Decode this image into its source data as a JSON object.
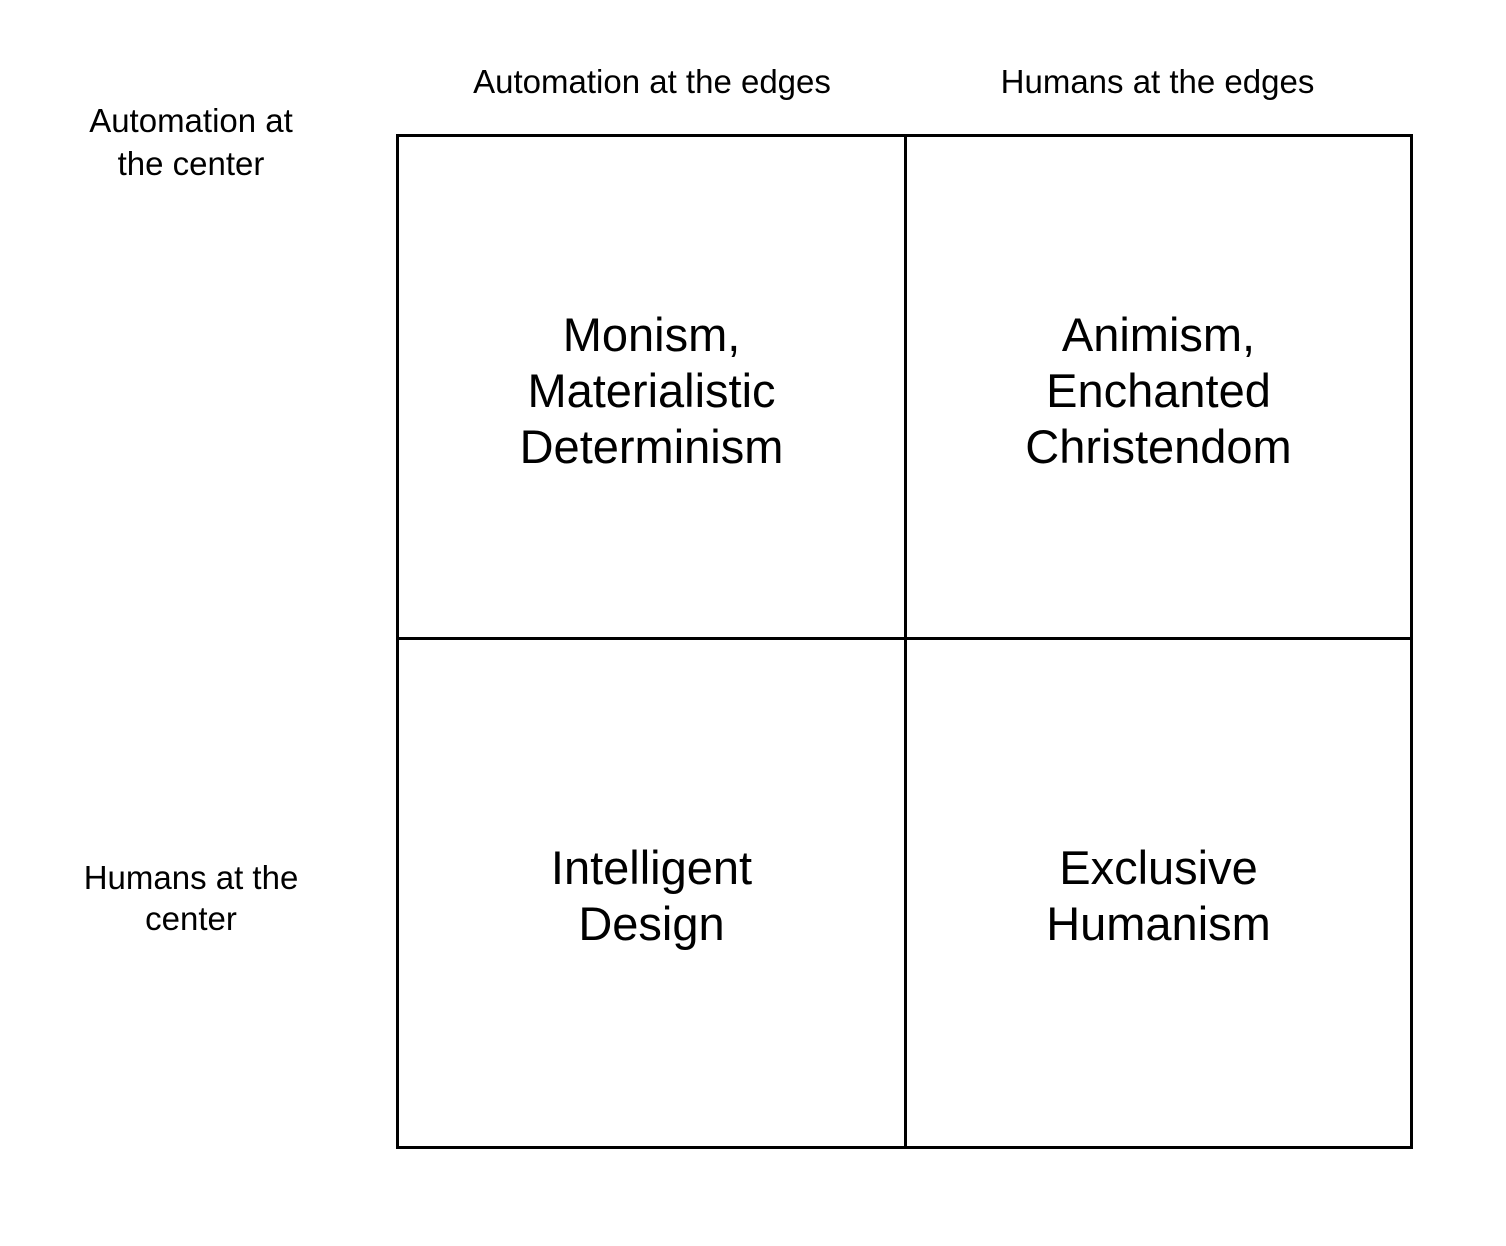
{
  "columns": [
    {
      "label": "Automation at the edges"
    },
    {
      "label": "Humans at the edges"
    }
  ],
  "rows": [
    {
      "label_lines": [
        "Automation at",
        "the center"
      ]
    },
    {
      "label_lines": [
        "Humans at the",
        "center"
      ]
    }
  ],
  "cells": {
    "top_left": {
      "lines": [
        "Monism,",
        "Materialistic",
        "Determinism"
      ]
    },
    "top_right": {
      "lines": [
        "Animism,",
        "Enchanted",
        "Christendom"
      ]
    },
    "bottom_left": {
      "lines": [
        "Intelligent",
        "Design"
      ]
    },
    "bottom_right": {
      "lines": [
        "Exclusive",
        "Humanism"
      ]
    }
  },
  "colors": {
    "background": "#ffffff",
    "line": "#000000",
    "text": "#000000"
  }
}
